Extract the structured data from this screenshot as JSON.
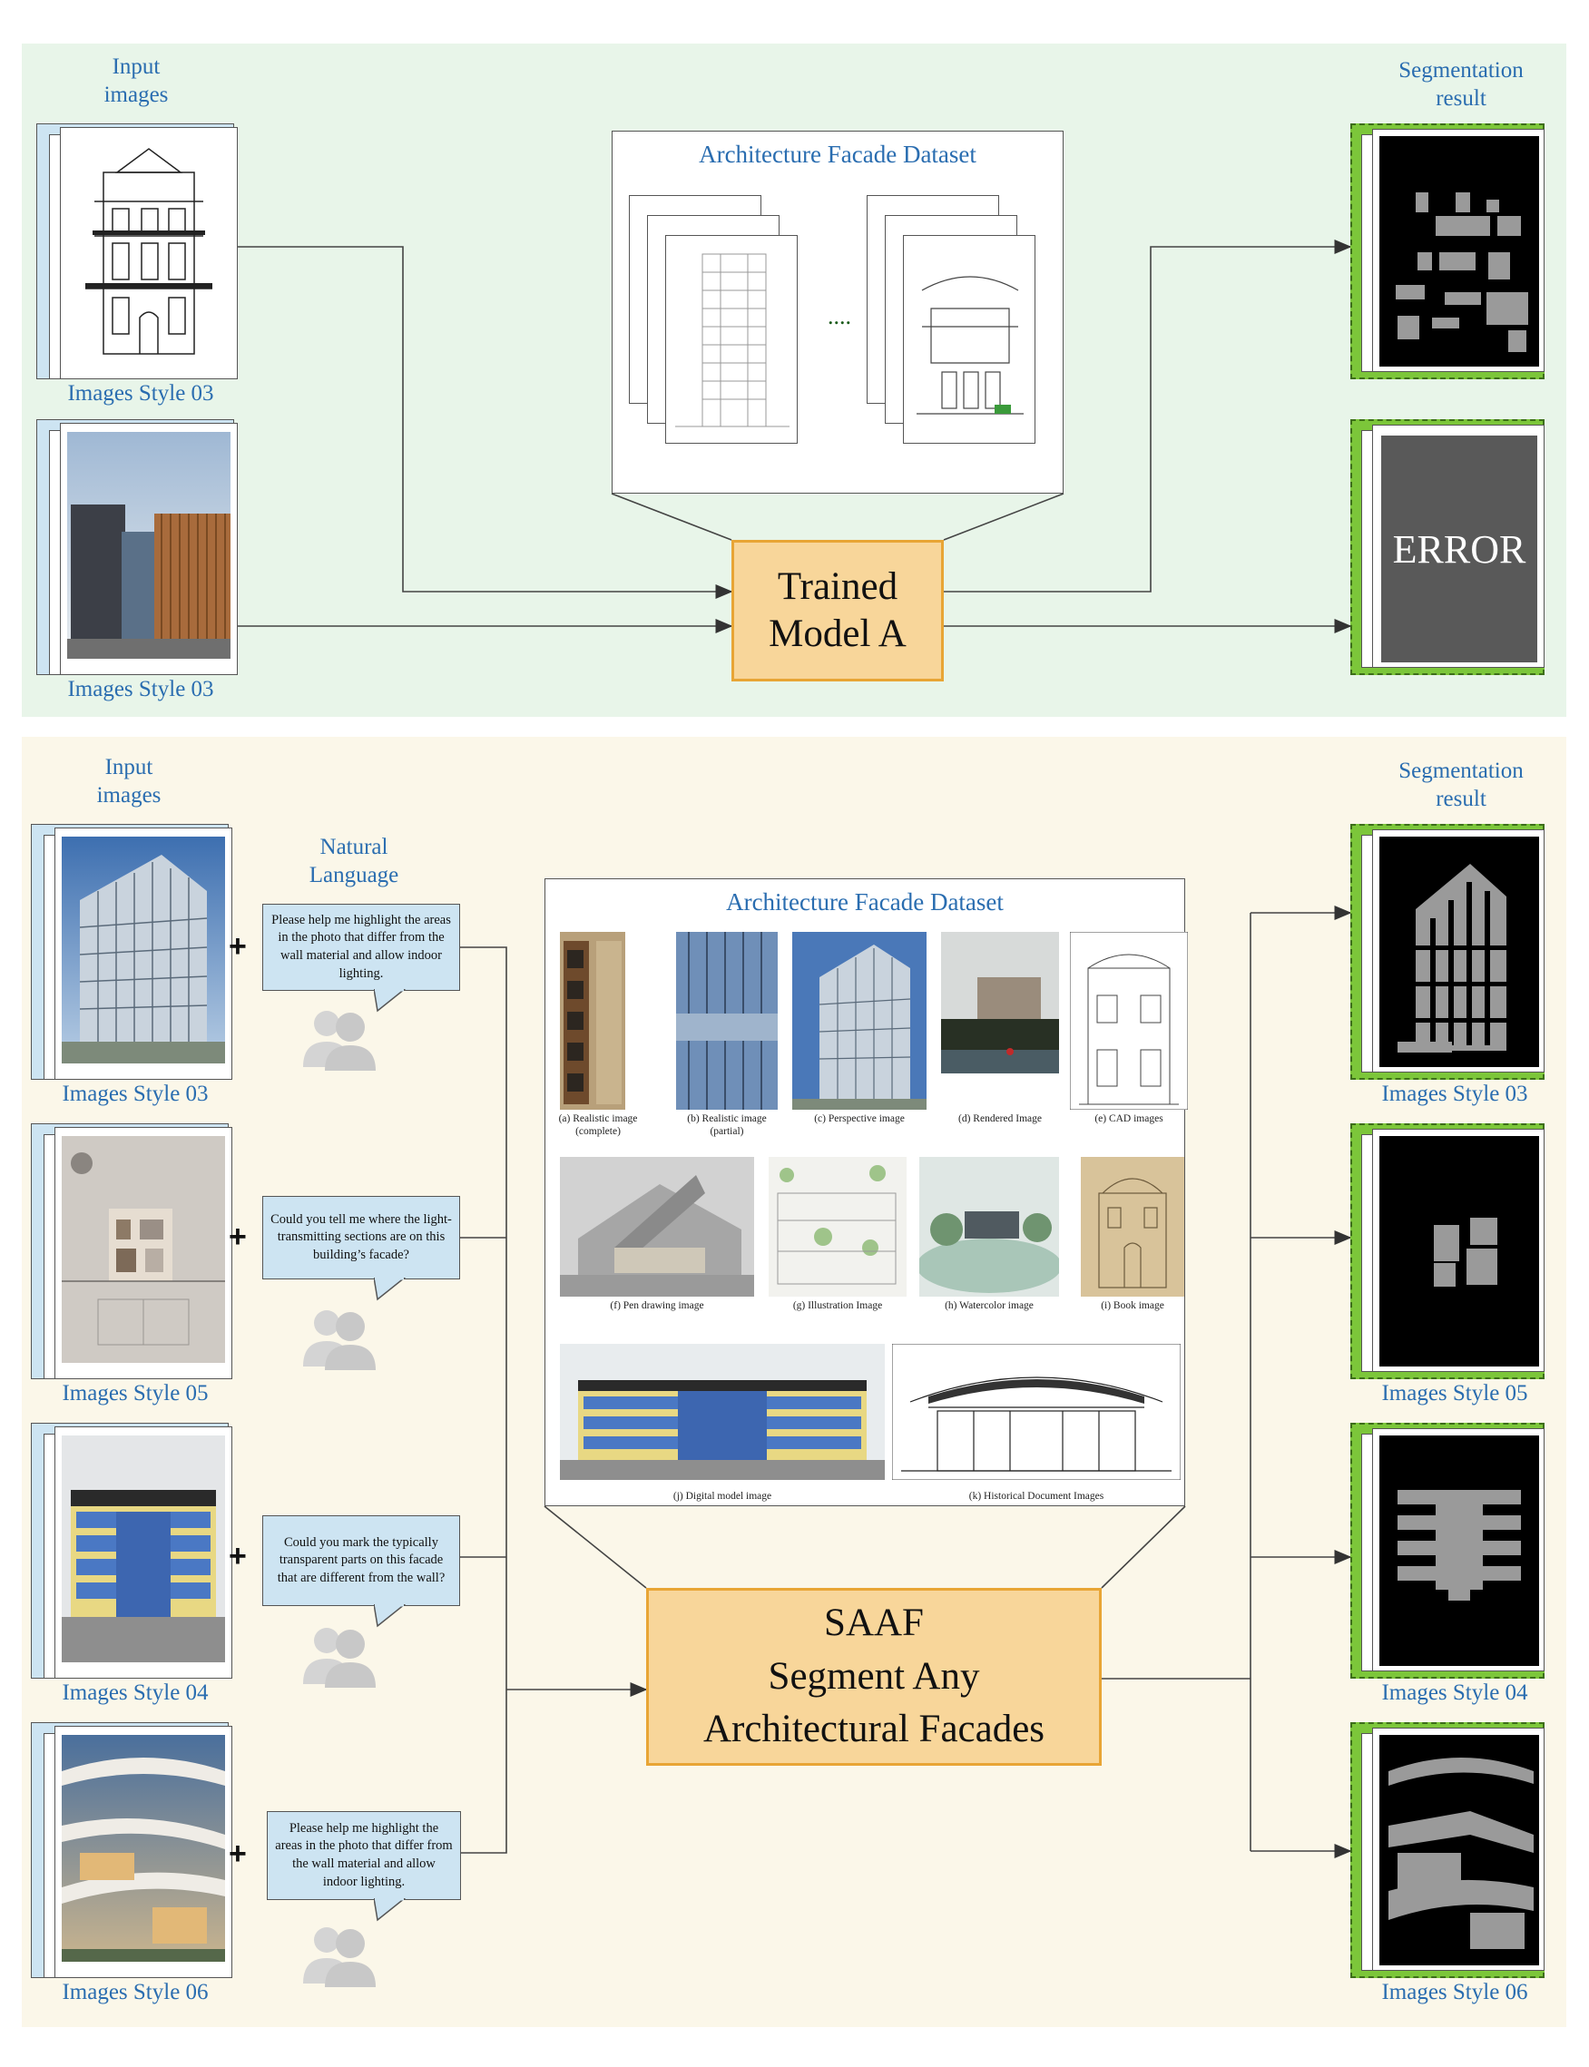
{
  "top": {
    "input_label": "Input\nimages",
    "result_label": "Segmentation\nresult",
    "dataset_title": "Architecture Facade Dataset",
    "ellipsis": "....",
    "model_label": "Trained\nModel A",
    "inputs": [
      {
        "caption": "Images Style 03"
      },
      {
        "caption": "Images Style 03"
      }
    ],
    "error_text": "ERROR"
  },
  "bottom": {
    "input_label": "Input\nimages",
    "nl_label": "Natural\nLanguage",
    "result_label": "Segmentation\nresult",
    "dataset_title": "Architecture Facade Dataset",
    "model_label": "SAAF\nSegment Any\nArchitectural Facades",
    "plus": "+",
    "inputs": [
      {
        "caption": "Images Style 03",
        "prompt": "Please help me highlight the areas in the photo that differ from the wall material and allow indoor lighting."
      },
      {
        "caption": "Images Style 05",
        "prompt": "Could you tell me where the light-transmitting sections are on this building’s facade?"
      },
      {
        "caption": "Images Style 04",
        "prompt": "Could you mark the typically transparent parts on this facade that are different from the wall?"
      },
      {
        "caption": "Images Style 06",
        "prompt": "Please help me highlight the areas in the photo that differ from the wall material and allow indoor lighting."
      }
    ],
    "results": [
      {
        "caption": "Images Style 03"
      },
      {
        "caption": "Images Style 05"
      },
      {
        "caption": "Images Style 04"
      },
      {
        "caption": "Images Style 06"
      }
    ],
    "dataset_captions": [
      "(a) Realistic image\n(complete)",
      "(b) Realistic image\n(partial)",
      "(c) Perspective image",
      "(d) Rendered Image",
      "(e) CAD images",
      "(f) Pen drawing image",
      "(g) Illustration Image",
      "(h) Watercolor image",
      "(i) Book image",
      "(j) Digital model image",
      "(k) Historical Document Images"
    ]
  },
  "colors": {
    "top_panel": "#e8f5e9",
    "bottom_panel": "#fbf7e9",
    "label_blue": "#2a6db0",
    "model_fill": "#f8d69a",
    "model_border": "#e8a535",
    "result_border": "#7cc63a",
    "input_frame": "#cde4f2",
    "mask_gray": "#9a9a9a"
  }
}
